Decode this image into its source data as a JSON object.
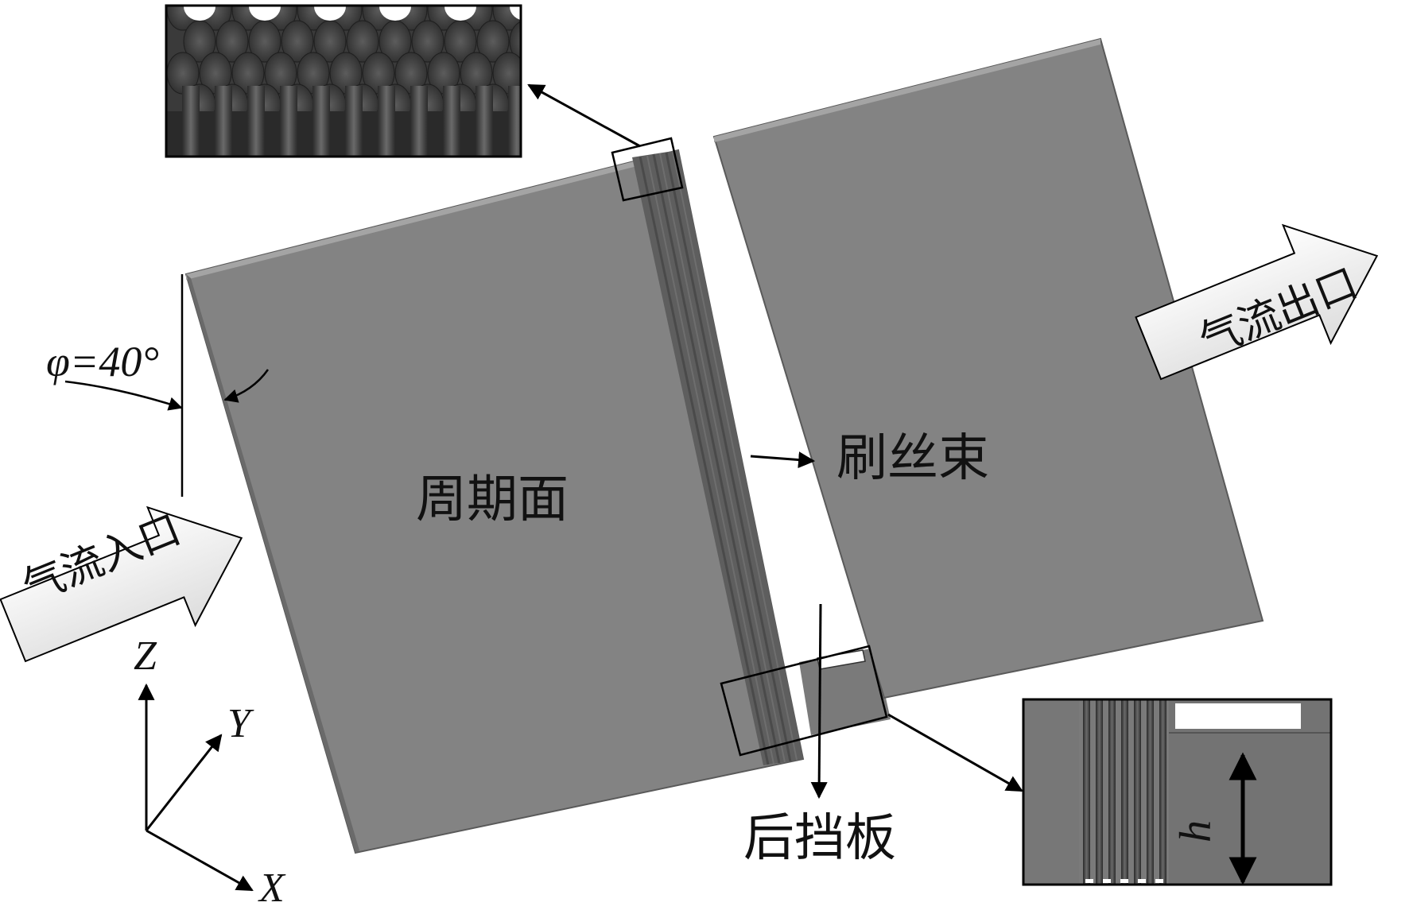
{
  "labels": {
    "periodic_face": "周期面",
    "bristle_bundle": "刷丝束",
    "back_plate": "后挡板",
    "inlet": "气流入口",
    "outlet": "气流出口",
    "angle": "φ=40°",
    "axis_x": "X",
    "axis_y": "Y",
    "axis_z": "Z",
    "height": "h"
  },
  "colors": {
    "face": "#838383",
    "face_edge": "#5a5a5a",
    "bristle_dark": "#3a3a3a",
    "bristle_mid": "#555555",
    "line": "#000000",
    "arrow_fill": "#f3f3f3"
  },
  "icons": {
    "inlet_arrow": "big-arrow-right",
    "outlet_arrow": "big-arrow-right",
    "callout_arrow": "arrow"
  }
}
